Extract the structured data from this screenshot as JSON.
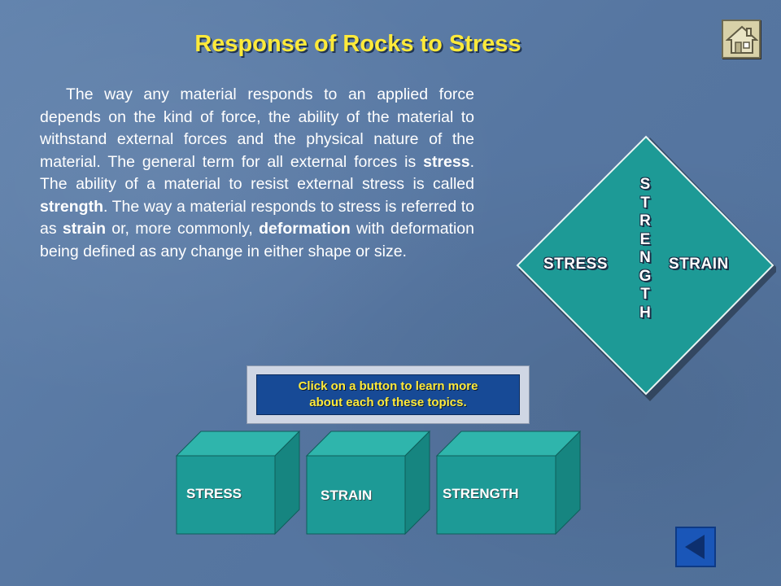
{
  "title": "Response of Rocks to Stress",
  "paragraph": {
    "p1": "The way any material responds to an applied force depends on the kind of force, the ability of the material to withstand external forces and the physical nature of the material. The general term for all external forces is ",
    "b1": "stress",
    "p2": ". The ability of a material to resist external stress is called ",
    "b2": "strength",
    "p3": ". The way a material responds to stress is referred to as ",
    "b3": "strain",
    "p4": " or, more commonly, ",
    "b4": "deformation",
    "p5": " with deformation being defined as any change in either shape or size."
  },
  "diagram": {
    "left_label": "STRESS",
    "right_label": "STRAIN",
    "vertical_letters": [
      "S",
      "T",
      "R",
      "E",
      "N",
      "G",
      "T",
      "H"
    ]
  },
  "instruction": {
    "line1": "Click on a button to learn more",
    "line2": "about each of these topics."
  },
  "buttons": {
    "stress": "STRESS",
    "strain": "STRAIN",
    "strength": "STRENGTH"
  },
  "colors": {
    "title": "#ffea3a",
    "cube_front": "#1d9a96",
    "cube_top": "#2fb5ac",
    "cube_side": "#168580",
    "diamond_fill": "#1d9a96",
    "instruction_text": "#ffea3a"
  },
  "icons": {
    "home": "home-icon",
    "back": "back-arrow-icon"
  }
}
